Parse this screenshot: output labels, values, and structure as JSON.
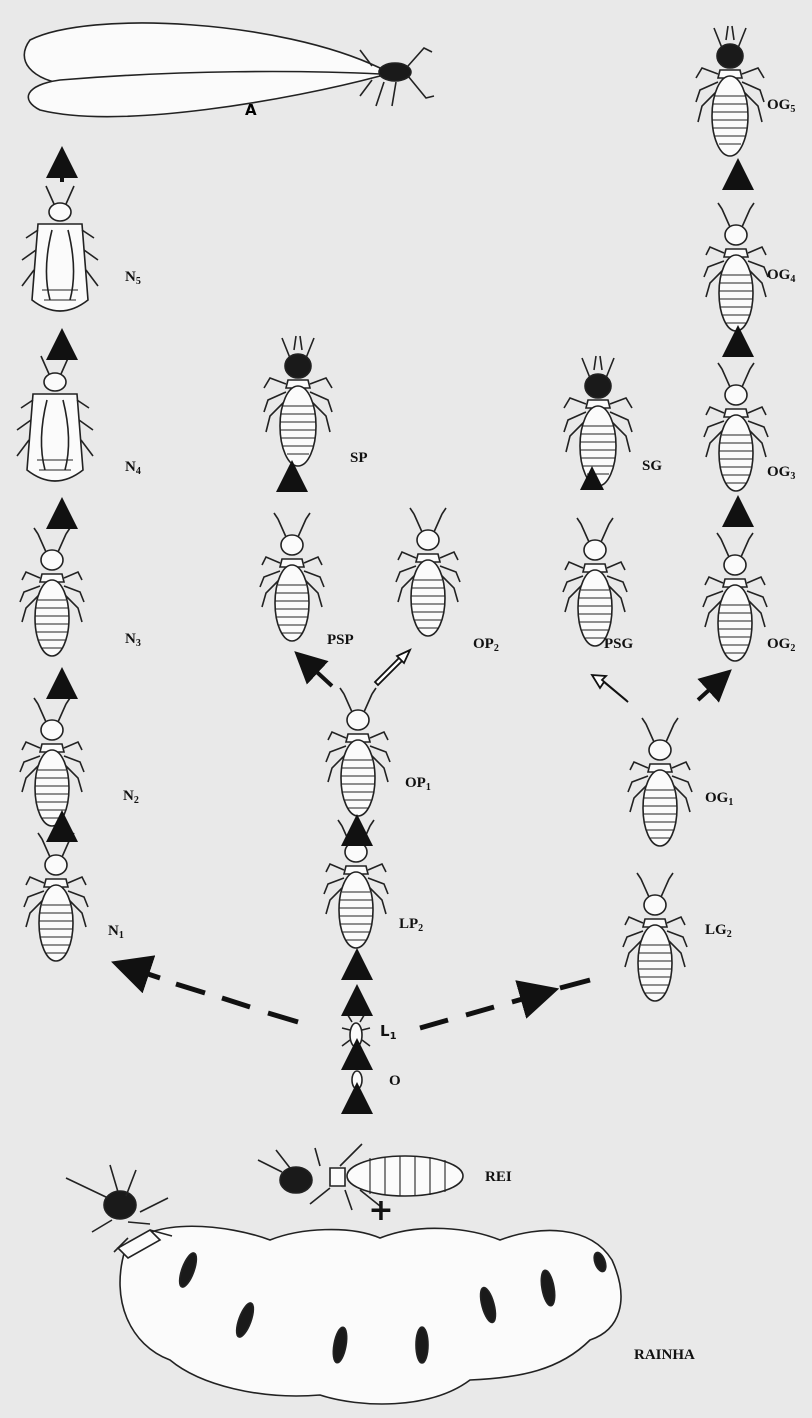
{
  "labels": {
    "A": "A",
    "N5": {
      "base": "N",
      "sub": "5"
    },
    "N4": {
      "base": "N",
      "sub": "4"
    },
    "N3": {
      "base": "N",
      "sub": "3"
    },
    "N2": {
      "base": "N",
      "sub": "2"
    },
    "N1": {
      "base": "N",
      "sub": "1"
    },
    "SP": "SP",
    "PSP": "PSP",
    "OP2": {
      "base": "OP",
      "sub": "2"
    },
    "OP1": {
      "base": "OP",
      "sub": "1"
    },
    "LP2": {
      "base": "LP",
      "sub": "2"
    },
    "SG": "SG",
    "PSG": "PSG",
    "OG5": {
      "base": "OG",
      "sub": "5"
    },
    "OG4": {
      "base": "OG",
      "sub": "4"
    },
    "OG3": {
      "base": "OG",
      "sub": "3"
    },
    "OG2": {
      "base": "OG",
      "sub": "2"
    },
    "OG1": {
      "base": "OG",
      "sub": "1"
    },
    "LG2": {
      "base": "LG",
      "sub": "2"
    },
    "L1": {
      "base": "L",
      "sub": "1"
    },
    "O": "O",
    "REI": "REI",
    "RAINHA": "RAINHA",
    "plus": "+"
  }
}
